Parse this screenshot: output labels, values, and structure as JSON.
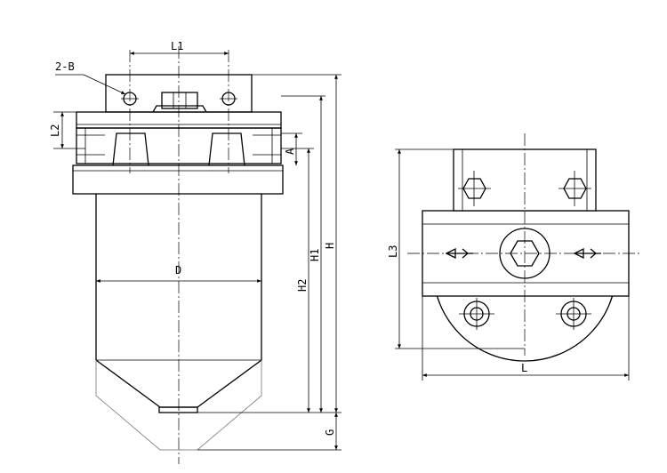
{
  "dimensions": {
    "L1": "L1",
    "B": "2-B",
    "L2": "L2",
    "A": "A",
    "D": "D",
    "H2": "H2",
    "H1": "H1",
    "H": "H",
    "G": "G",
    "L3": "L3",
    "L": "L"
  }
}
